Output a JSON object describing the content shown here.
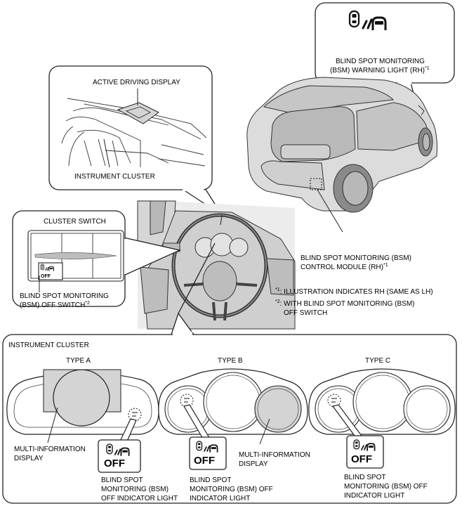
{
  "callouts": {
    "warning_light": {
      "line1": "BLIND SPOT MONITORING",
      "line2": "(BSM) WARNING LIGHT (RH)",
      "note_mark": "*1"
    },
    "active_driving_display": "ACTIVE DRIVING DISPLAY",
    "instrument_cluster_top": "INSTRUMENT CLUSTER",
    "cluster_switch": "CLUSTER SWITCH",
    "bsm_off_switch": {
      "line1": "BLIND SPOT MONITORING",
      "line2": "(BSM) OFF SWITCH",
      "note_mark": "*2"
    },
    "control_module": {
      "line1": "BLIND SPOT MONITORING (BSM)",
      "line2": "CONTROL MODULE (RH)",
      "note_mark": "*1"
    }
  },
  "footnotes": {
    "note1_mark": "*1",
    "note1_text": ": ILLUSTRATION INDICATES RH (SAME AS LH)",
    "note2_mark": "*2",
    "note2_line1": ": WITH  BLIND SPOT MONITORING (BSM)",
    "note2_line2": "OFF SWITCH"
  },
  "instrument_cluster_panel": {
    "title": "INSTRUMENT CLUSTER",
    "types": [
      {
        "label": "TYPE A",
        "mid_label": [
          "MULTI-INFORMATION",
          "DISPLAY"
        ],
        "indicator_label": [
          "BLIND SPOT",
          "MONITORING (BSM)",
          "OFF INDICATOR LIGHT"
        ]
      },
      {
        "label": "TYPE B",
        "mid_label": [
          "MULTI-INFORMATION",
          "DISPLAY"
        ],
        "indicator_label": [
          "BLIND SPOT",
          "MONITORING (BSM) OFF",
          "INDICATOR LIGHT"
        ]
      },
      {
        "label": "TYPE C",
        "indicator_label": [
          "BLIND SPOT",
          "MONITORING (BSM) OFF",
          "INDICATOR LIGHT"
        ]
      }
    ]
  },
  "icon_text": {
    "off": "OFF"
  },
  "icons": [
    "bsm-warning-icon",
    "bsm-off-icon"
  ],
  "colors": {
    "line": "#222222",
    "highlight_fill": "#d4d4d4",
    "car_body": "#dcdcdc"
  }
}
